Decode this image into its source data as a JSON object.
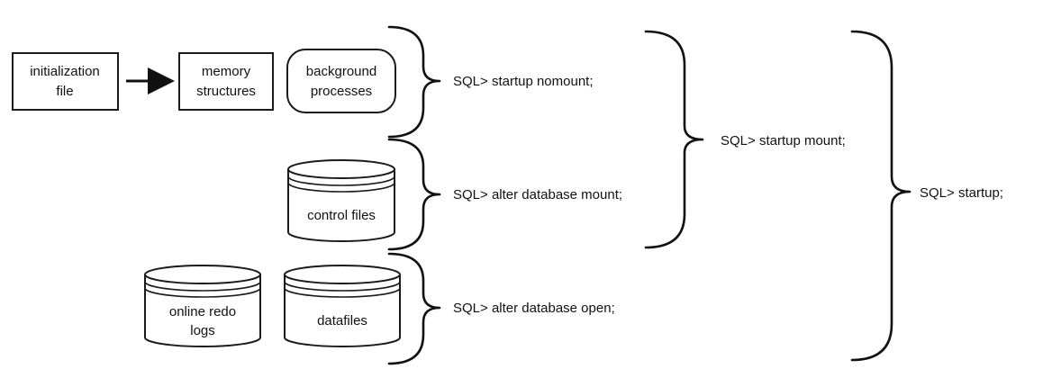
{
  "components": {
    "init_file": [
      "initialization",
      "file"
    ],
    "memory": [
      "memory",
      "structures"
    ],
    "background": [
      "background",
      "processes"
    ],
    "control_files": "control files",
    "redo_logs": [
      "online redo",
      "logs"
    ],
    "datafiles": "datafiles"
  },
  "commands": {
    "nomount": "SQL> startup nomount;",
    "mount_alter": "SQL> alter database mount;",
    "open": "SQL> alter database open;",
    "startup_mount": "SQL> startup mount;",
    "startup": "SQL> startup;"
  }
}
